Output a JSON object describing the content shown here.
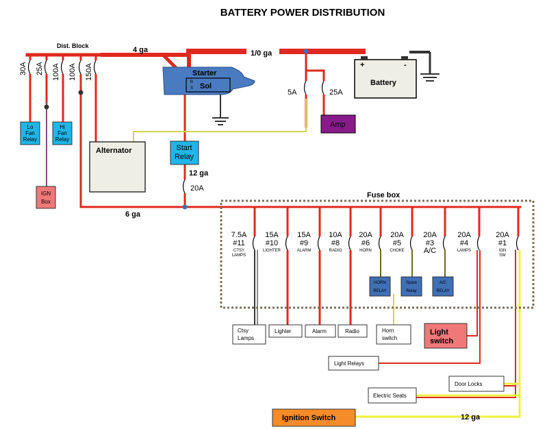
{
  "title": "BATTERY POWER DISTRIBUTION",
  "labels": {
    "dist_block": "Dist. Block",
    "gauge_4": "4 ga",
    "gauge_1_0": "1/0 ga",
    "gauge_12_upper": "12 ga",
    "gauge_6": "6 ga",
    "gauge_12_lower": "12 ga",
    "fuse_box": "Fuse box"
  },
  "dist_block_fuses": [
    "30A",
    "25A",
    "100A",
    "100A",
    "150A"
  ],
  "battery_fuses": [
    "5A",
    "25A"
  ],
  "start_fuse": "20A",
  "components": {
    "battery": "Battery",
    "battery_plus": "+",
    "battery_minus": "-",
    "starter": "Starter",
    "sol": "Sol",
    "starter_s": "S",
    "starter_b": "B",
    "alternator": "Alternator",
    "amp": "Amp",
    "start_relay": [
      "Start",
      "Relay"
    ],
    "lo_fan_relay": [
      "Lo",
      "Fan",
      "Relay"
    ],
    "hi_fan_relay": [
      "Hi",
      "Fan",
      "Relay"
    ],
    "ign_box": [
      "IGN",
      "Box"
    ],
    "horn_relay": [
      "HORN",
      "RELAY"
    ],
    "spare_relay": [
      "Spare",
      "Relay"
    ],
    "ac_relay": [
      "A/C",
      "RELAY"
    ],
    "light_switch": [
      "Light",
      "switch"
    ],
    "ignition_switch": "Ignition Switch"
  },
  "fuses": [
    {
      "amp": "7.5A",
      "num": "#11",
      "sub": [
        "CTSY",
        "LAMPS"
      ]
    },
    {
      "amp": "15A",
      "num": "#10",
      "sub": [
        "LIGHTER"
      ]
    },
    {
      "amp": "15A",
      "num": "#9",
      "sub": [
        "ALARM"
      ]
    },
    {
      "amp": "10A",
      "num": "#8",
      "sub": [
        "RADIO"
      ]
    },
    {
      "amp": "20A",
      "num": "#6",
      "sub": [
        "HORN"
      ]
    },
    {
      "amp": "20A",
      "num": "#5",
      "sub": [
        "CHOKE"
      ]
    },
    {
      "amp": "20A",
      "num": "#3",
      "sub": [
        "A/C"
      ]
    },
    {
      "amp": "20A",
      "num": "#4",
      "sub": [
        "LAMPS"
      ]
    },
    {
      "amp": "20A",
      "num": "#1",
      "sub": [
        "IGN",
        "SW"
      ]
    }
  ],
  "loads": {
    "ctsy_lamps": [
      "Ctsy",
      "Lamps"
    ],
    "lighter": "Lighter",
    "alarm": "Alarm",
    "radio": "Radio",
    "horn_switch": [
      "Horn",
      "switch"
    ],
    "light_relays": "Light Relays",
    "door_locks": "Door Locks",
    "electric_seats": "Electric Seats"
  },
  "colors": {
    "wire_red": "#e0281e",
    "wire_yellow": "#f0f03c",
    "wire_yellow_thin": "#d4d448",
    "wire_purple": "#7d4e7d",
    "wire_black": "#333333",
    "wire_gray": "#888888",
    "wire_olive": "#6b6b1e",
    "relay_cyan": "#1fb6e8",
    "relay_blue": "#3f6fb5",
    "ign_pink": "#f07878",
    "amp_purple": "#8a1a8a",
    "ignition_orange": "#f58c28",
    "alternator_fill": "#eeeee4",
    "battery_fill": "#eeeee4",
    "starter_blue": "#4a7bc1"
  }
}
